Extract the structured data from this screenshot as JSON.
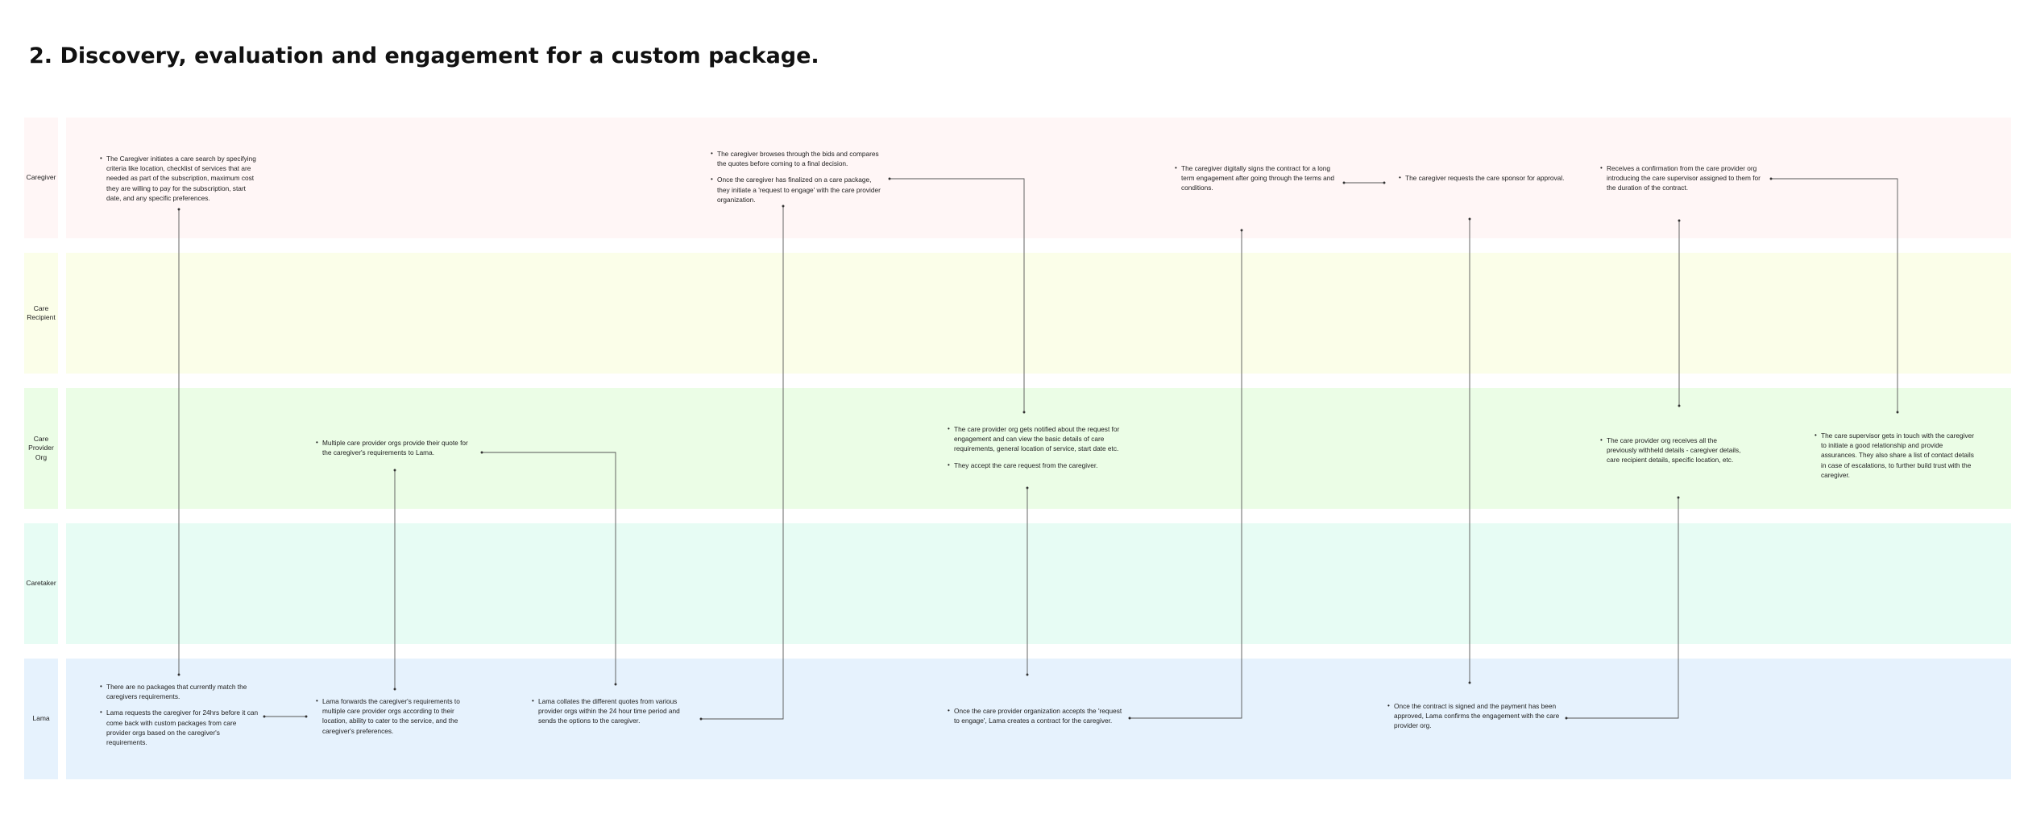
{
  "title": "2. Discovery, evaluation and engagement for a custom package.",
  "colors": {
    "caregiver_lane": "#fff6f6",
    "care_recipient_lane": "#fbfee9",
    "care_provider_org_lane": "#ebfde6",
    "caretaker_lane": "#e7fcf4",
    "lama_lane": "#e6f2fd",
    "connector": "#444444"
  },
  "lanes": [
    {
      "label": "Caregiver"
    },
    {
      "label": "Care\nRecipient"
    },
    {
      "label": "Care\nProvider\nOrg"
    },
    {
      "label": "Caretaker"
    },
    {
      "label": "Lama"
    }
  ],
  "notes": [
    {
      "items": [
        "The Caregiver initiates a care search by specifying criteria like location, checklist of services that are needed as part of the subscription, maximum cost they are willing to pay for the subscription, start date, and any specific preferences."
      ]
    },
    {
      "items": [
        "The caregiver browses through the bids and compares the quotes before coming to a final decision.",
        "Once the caregiver has finalized on a care package, they initiate a 'request to engage' with the care provider organization."
      ]
    },
    {
      "items": [
        "The caregiver digitally signs the contract for a long term engagement after going through the terms and conditions."
      ]
    },
    {
      "items": [
        "The caregiver requests the care sponsor for approval."
      ]
    },
    {
      "items": [
        "Receives a confirmation from the care provider org introducing the care supervisor assigned to them for the duration of the contract."
      ]
    },
    {
      "items": [
        "Multiple care provider orgs provide their quote for the caregiver's requirements to Lama."
      ]
    },
    {
      "items": [
        "The care provider org gets notified about the request for engagement and can view the basic details of care requirements, general location of service, start date etc.",
        "They accept the care request from the caregiver."
      ]
    },
    {
      "items": [
        "The care provider org receives all the previously withheld details - caregiver details, care recipient details, specific location, etc."
      ]
    },
    {
      "items": [
        "The care supervisor gets in touch with the caregiver to initiate a good relationship and provide assurances. They also share a list of contact details in case of escalations, to further build trust with the caregiver."
      ]
    },
    {
      "items": [
        "There are no packages that currently match the caregivers requirements.",
        "Lama requests the caregiver for 24hrs before it can come back with custom packages from care provider orgs based on the caregiver's requirements."
      ]
    },
    {
      "items": [
        "Lama forwards the caregiver's requirements to multiple care provider orgs according to their location, ability to cater to the service, and the caregiver's preferences."
      ]
    },
    {
      "items": [
        "Lama collates the different quotes from various provider orgs within the 24 hour time period and sends the options to the caregiver."
      ]
    },
    {
      "items": [
        "Once the care provider organization accepts the 'request to engage', Lama creates a contract for the caregiver."
      ]
    },
    {
      "items": [
        "Once the contract is signed and the payment has been approved, Lama confirms the engagement with the care provider org."
      ]
    }
  ]
}
